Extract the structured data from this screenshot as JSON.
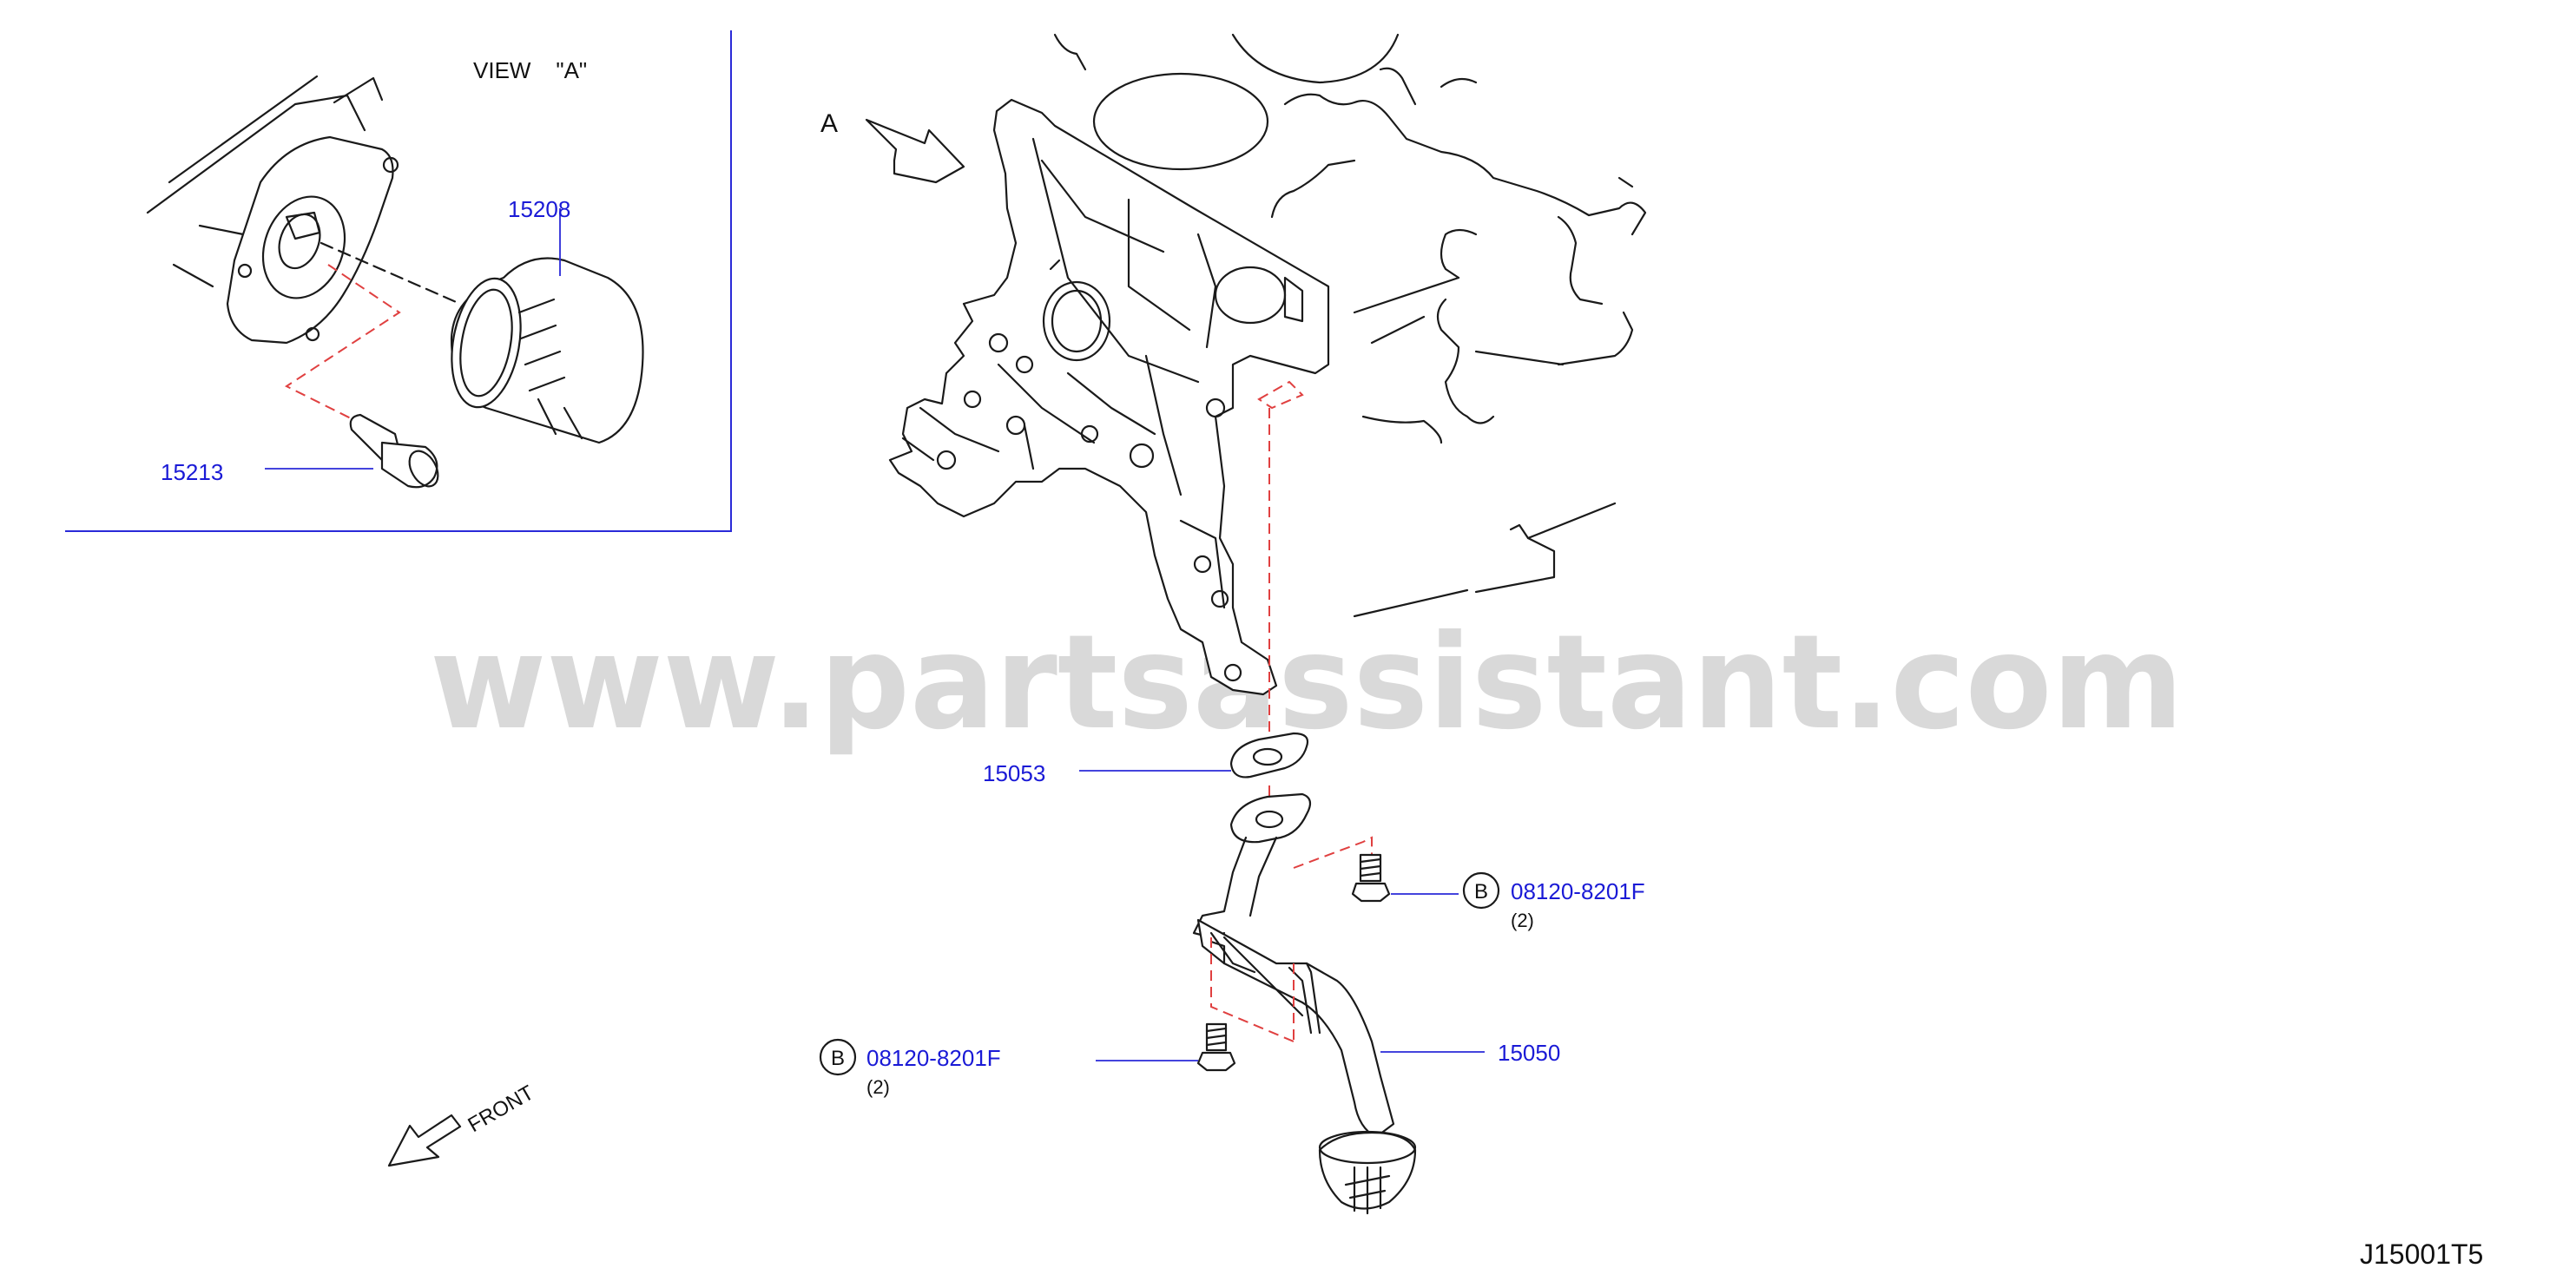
{
  "view_title": "VIEW    \"A\"",
  "arrow_label": "A",
  "parts": {
    "oil_filter": "15208",
    "connector_bolt": "15213",
    "gasket": "15053",
    "strainer": "15050",
    "bolt_upper": "08120-8201F",
    "bolt_upper_qty": "(2)",
    "bolt_lower": "08120-8201F",
    "bolt_lower_qty": "(2)",
    "bolt_marker": "B"
  },
  "front_label": "FRONT",
  "watermark": "www.partsassistant.com",
  "diagram_code": "J15001T5",
  "colors": {
    "label_blue": "#1a1ad6",
    "dash_red": "#e04040",
    "watermark_grey": "#d9d9d9"
  }
}
